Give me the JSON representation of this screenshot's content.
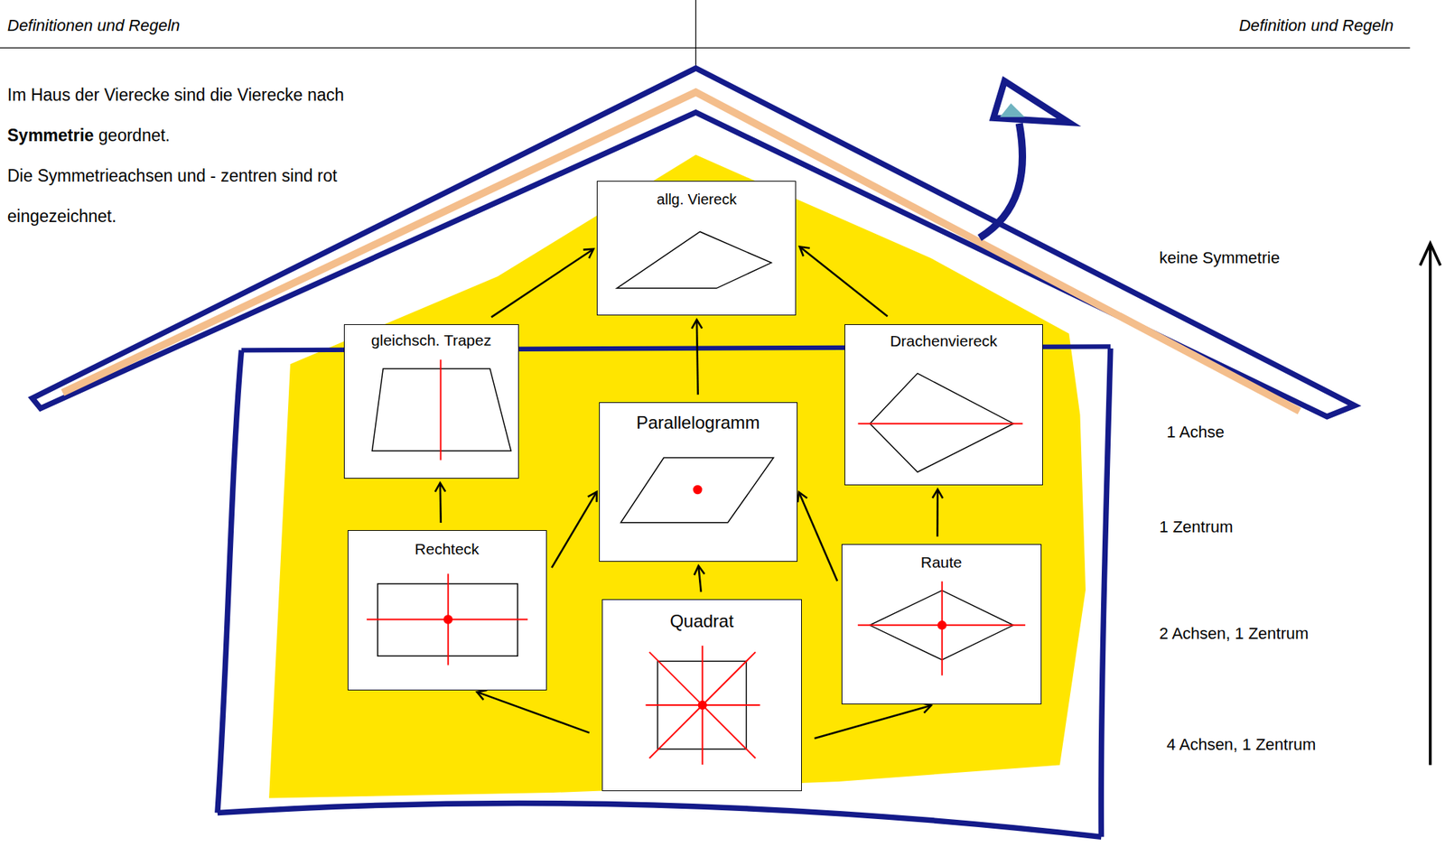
{
  "diagram": {
    "nodes": [
      {
        "text": [
          "allg. Viereck"
        ]
      },
      {
        "text": [
          "gleichsch. Trapez"
        ]
      },
      {
        "text": [
          "Drachenviereck"
        ]
      },
      {
        "text": [
          "Parallelogramm"
        ]
      },
      {
        "text": [
          "Rechteck"
        ]
      },
      {
        "text": [
          "Raute"
        ]
      },
      {
        "text": [
          "Quadrat"
        ]
      }
    ],
    "edges": [
      {
        "from": 1,
        "to": 0,
        "arrow": "to"
      },
      {
        "from": 3,
        "to": 0,
        "arrow": "to"
      },
      {
        "from": 2,
        "to": 0,
        "arrow": "to"
      },
      {
        "from": 4,
        "to": 1,
        "arrow": "to"
      },
      {
        "from": 4,
        "to": 3,
        "arrow": "to"
      },
      {
        "from": 6,
        "to": 3,
        "arrow": "to"
      },
      {
        "from": 5,
        "to": 3,
        "arrow": "to"
      },
      {
        "from": 5,
        "to": 2,
        "arrow": "to"
      },
      {
        "from": 6,
        "to": 4,
        "arrow": "to"
      },
      {
        "from": 6,
        "to": 5,
        "arrow": "to"
      }
    ],
    "labels": [
      "Definitionen und Regeln",
      "Definition und Regeln",
      "Im Haus der Vierecke sind die Vierecke nach",
      "Symmetrie",
      "geordnet.",
      "Die Symmetrieachsen und - zentren sind rot eingezeichnet.",
      "keine Symmetrie",
      "1 Achse",
      "1 Zentrum",
      "2 Achsen, 1 Zentrum",
      "4 Achsen, 1 Zentrum"
    ]
  }
}
